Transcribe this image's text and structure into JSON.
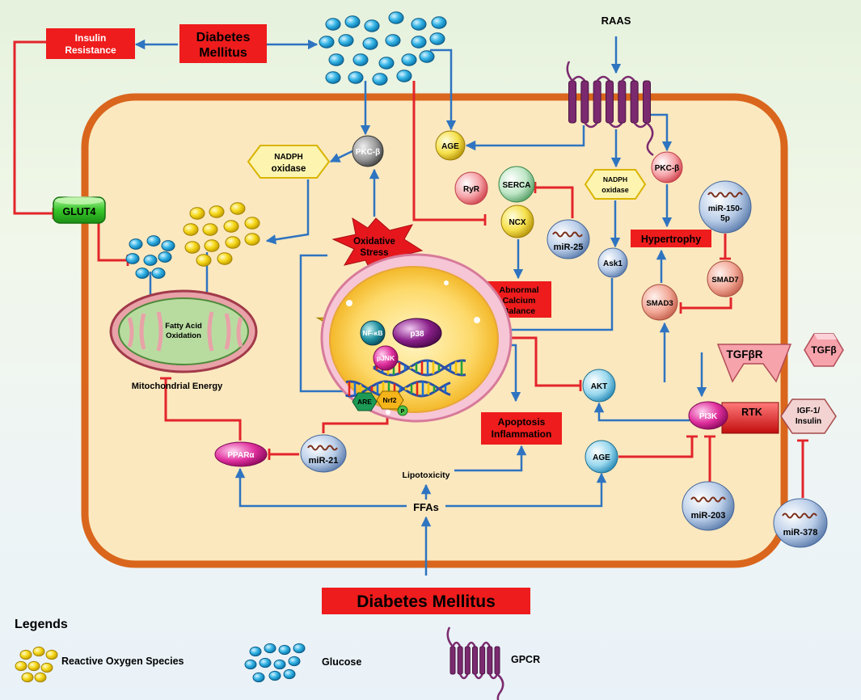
{
  "labels": {
    "raas": "RAAS",
    "dm_top_1": "Diabetes",
    "dm_top_2": "Mellitus",
    "ir_1": "Insulin",
    "ir_2": "Resistance",
    "glut4": "GLUT4",
    "pkc_left": "PKC-β",
    "pkc_right": "PKC-β",
    "nadph_left_1": "NADPH",
    "nadph_left_2": "oxidase",
    "nadph_right_1": "NADPH",
    "nadph_right_2": "oxidase",
    "age_top": "AGE",
    "age_bottom": "AGE",
    "ryr": "RyR",
    "serca": "SERCA",
    "ncx": "NCX",
    "mir25": "miR-25",
    "mir150_1": "miR-150-",
    "mir150_2": "5p",
    "hypertrophy": "Hypertrophy",
    "smad7": "SMAD7",
    "smad3": "SMAD3",
    "ask1": "Ask1",
    "ox_1": "Oxidative",
    "ox_2": "Stress",
    "calcium_1": "Abnormal",
    "calcium_2": "Calcium",
    "calcium_3": "Balance",
    "fao_1": "Fatty Acid",
    "fao_2": "Oxidation",
    "mito_energy": "Mitochondrial Energy",
    "nfkb": "NF-κB",
    "p38": "p38",
    "pjnk": "pJNK",
    "are": "ARE",
    "nrf2": "Nrf2",
    "p": "P",
    "akt": "AKT",
    "tgfbr": "TGFβR",
    "tgfb": "TGFβ",
    "pi3k": "PI3K",
    "rtk": "RTK",
    "igf_1": "IGF-1/",
    "igf_2": "Insulin",
    "apop_1": "Apoptosis",
    "apop_2": "Inflammation",
    "ppara": "PPARα",
    "mir21": "miR-21",
    "lipotox": "Lipotoxicity",
    "ffas": "FFAs",
    "mir203": "miR-203",
    "mir378": "miR-378",
    "dm_bottom": "Diabetes Mellitus"
  },
  "legend": {
    "title": "Legends",
    "ros": "Reactive Oxygen Species",
    "glucose": "Glucose",
    "gpcr": "GPCR"
  },
  "colors": {
    "activation": "#2e74c0",
    "inhibition": "#e3242b",
    "red_box": "#ee1c1c",
    "cell_fill": "#fbe8bf",
    "cell_border": "#d9661c",
    "glucose": "#2aa7d8",
    "ros": "#f2d20a",
    "gpcr": "#7b2a6f"
  }
}
